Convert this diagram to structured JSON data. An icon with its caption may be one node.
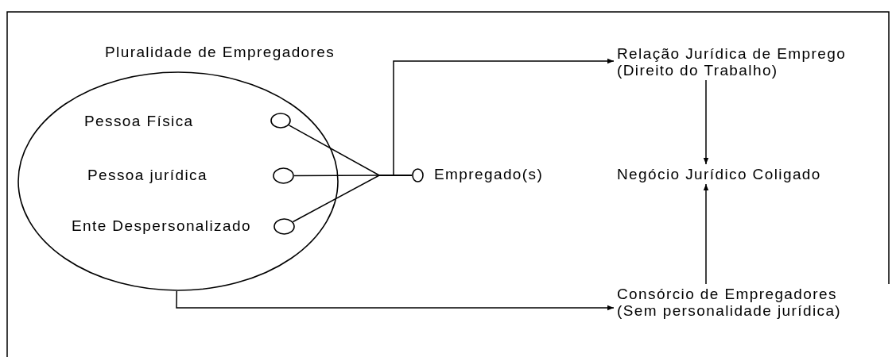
{
  "diagram": {
    "nodes": [
      {
        "text": [
          "Pluralidade de Empregadores"
        ]
      },
      {
        "text": [],
        "shape": "circle",
        "in": 0
      },
      {
        "text": [],
        "shape": "circle",
        "in": 0
      },
      {
        "text": [],
        "shape": "circle",
        "in": 0
      },
      {
        "text": [],
        "shape": "circle",
        "beside": [
          "Empregado(s)"
        ]
      },
      {
        "text": [
          "Relação Jurídica de Emprego (Direito do Trabalho)"
        ]
      },
      {
        "text": [
          "Negócio Jurídico Coligado"
        ]
      },
      {
        "text": [
          "Consórcio de Empregadores (Sem personalidade jurídica)"
        ]
      }
    ],
    "edges": [
      {
        "from": 1,
        "to": 4,
        "arrow": "none"
      },
      {
        "from": 2,
        "to": 4,
        "arrow": "none"
      },
      {
        "from": 3,
        "to": 4,
        "arrow": "none"
      },
      {
        "from": null,
        "to": 5,
        "arrow": "to"
      },
      {
        "from": 0,
        "to": 7,
        "arrow": "to"
      },
      {
        "from": 5,
        "to": 6,
        "arrow": "to"
      },
      {
        "from": 7,
        "to": 6,
        "arrow": "to"
      }
    ],
    "labels": [
      "Pessoa Física",
      "Pessoa jurídica",
      "Ente Despersonalizado"
    ]
  }
}
